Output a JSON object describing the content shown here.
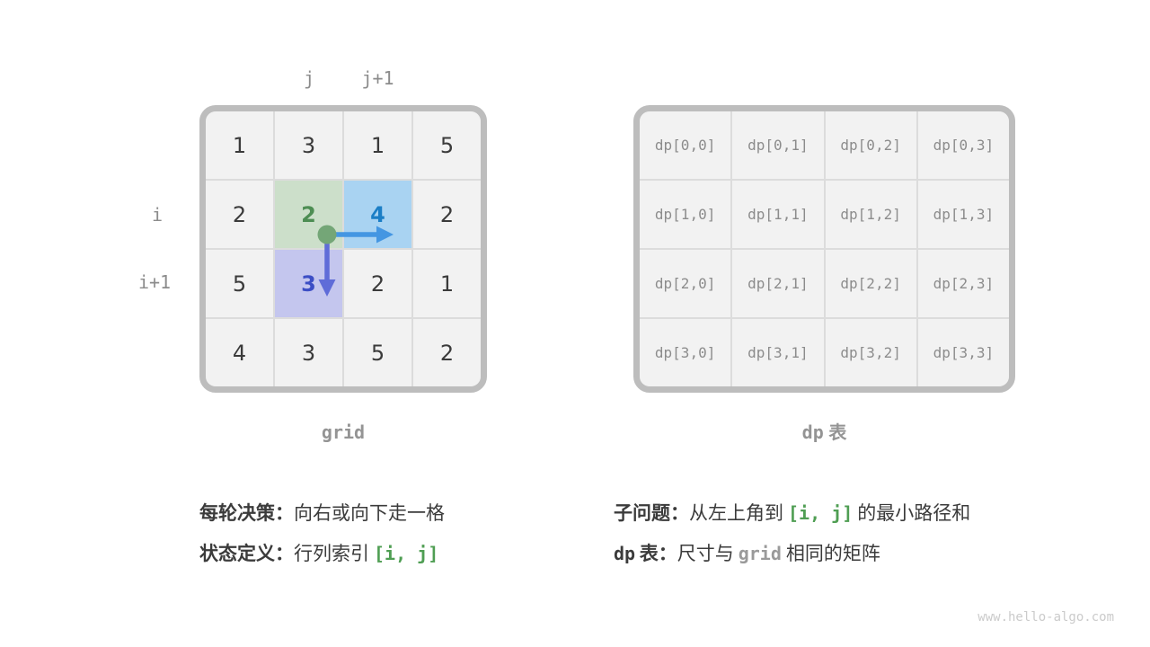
{
  "colors": {
    "background": "#ffffff",
    "table_border": "#bdbdbd",
    "cell_bg": "#f2f2f2",
    "cell_divider": "#dcdcdc",
    "label_gray": "#8c8c8c",
    "caption_gray": "#949494",
    "text_dark": "#3b3b3b",
    "green_cell_bg": "#ccdfca",
    "blue_cell_bg": "#a9d3f2",
    "purple_cell_bg": "#c4c6ee",
    "green_num": "#4d8d53",
    "blue_num": "#1b7ec6",
    "indigo_num": "#3c4ec5",
    "dot_green": "#74a677",
    "arrow_right_blue": "#4496e2",
    "arrow_down_indigo": "#5f6cd8",
    "code_green": "#4f9e53",
    "code_gray": "#9a9a9a",
    "watermark_gray": "#cbcbcb"
  },
  "grid_figure": {
    "col_labels": [
      "j",
      "j+1"
    ],
    "row_labels": [
      "i",
      "i+1"
    ],
    "caption": "grid",
    "rows": [
      [
        "1",
        "3",
        "1",
        "5"
      ],
      [
        "2",
        "2",
        "4",
        "2"
      ],
      [
        "5",
        "3",
        "2",
        "1"
      ],
      [
        "4",
        "3",
        "5",
        "2"
      ]
    ]
  },
  "dp_figure": {
    "caption_code": "dp",
    "caption_cn": "表",
    "rows": [
      [
        "dp[0,0]",
        "dp[0,1]",
        "dp[0,2]",
        "dp[0,3]"
      ],
      [
        "dp[1,0]",
        "dp[1,1]",
        "dp[1,2]",
        "dp[1,3]"
      ],
      [
        "dp[2,0]",
        "dp[2,1]",
        "dp[2,2]",
        "dp[2,3]"
      ],
      [
        "dp[3,0]",
        "dp[3,1]",
        "dp[3,2]",
        "dp[3,3]"
      ]
    ]
  },
  "annotations": {
    "left_line1": {
      "label": "每轮决策：",
      "text": "向右或向下走一格"
    },
    "left_line2": {
      "label": "状态定义：",
      "text": "行列索引",
      "code": "[i, j]"
    },
    "right_line1": {
      "label": "子问题：",
      "pre": "从左上角到",
      "code": "[i, j]",
      "post": "的最小路径和"
    },
    "right_line2": {
      "label_code": "dp",
      "label_cn": "表：",
      "pre": "尺寸与",
      "code": "grid",
      "post": "相同的矩阵"
    }
  },
  "watermark": "www.hello-algo.com"
}
